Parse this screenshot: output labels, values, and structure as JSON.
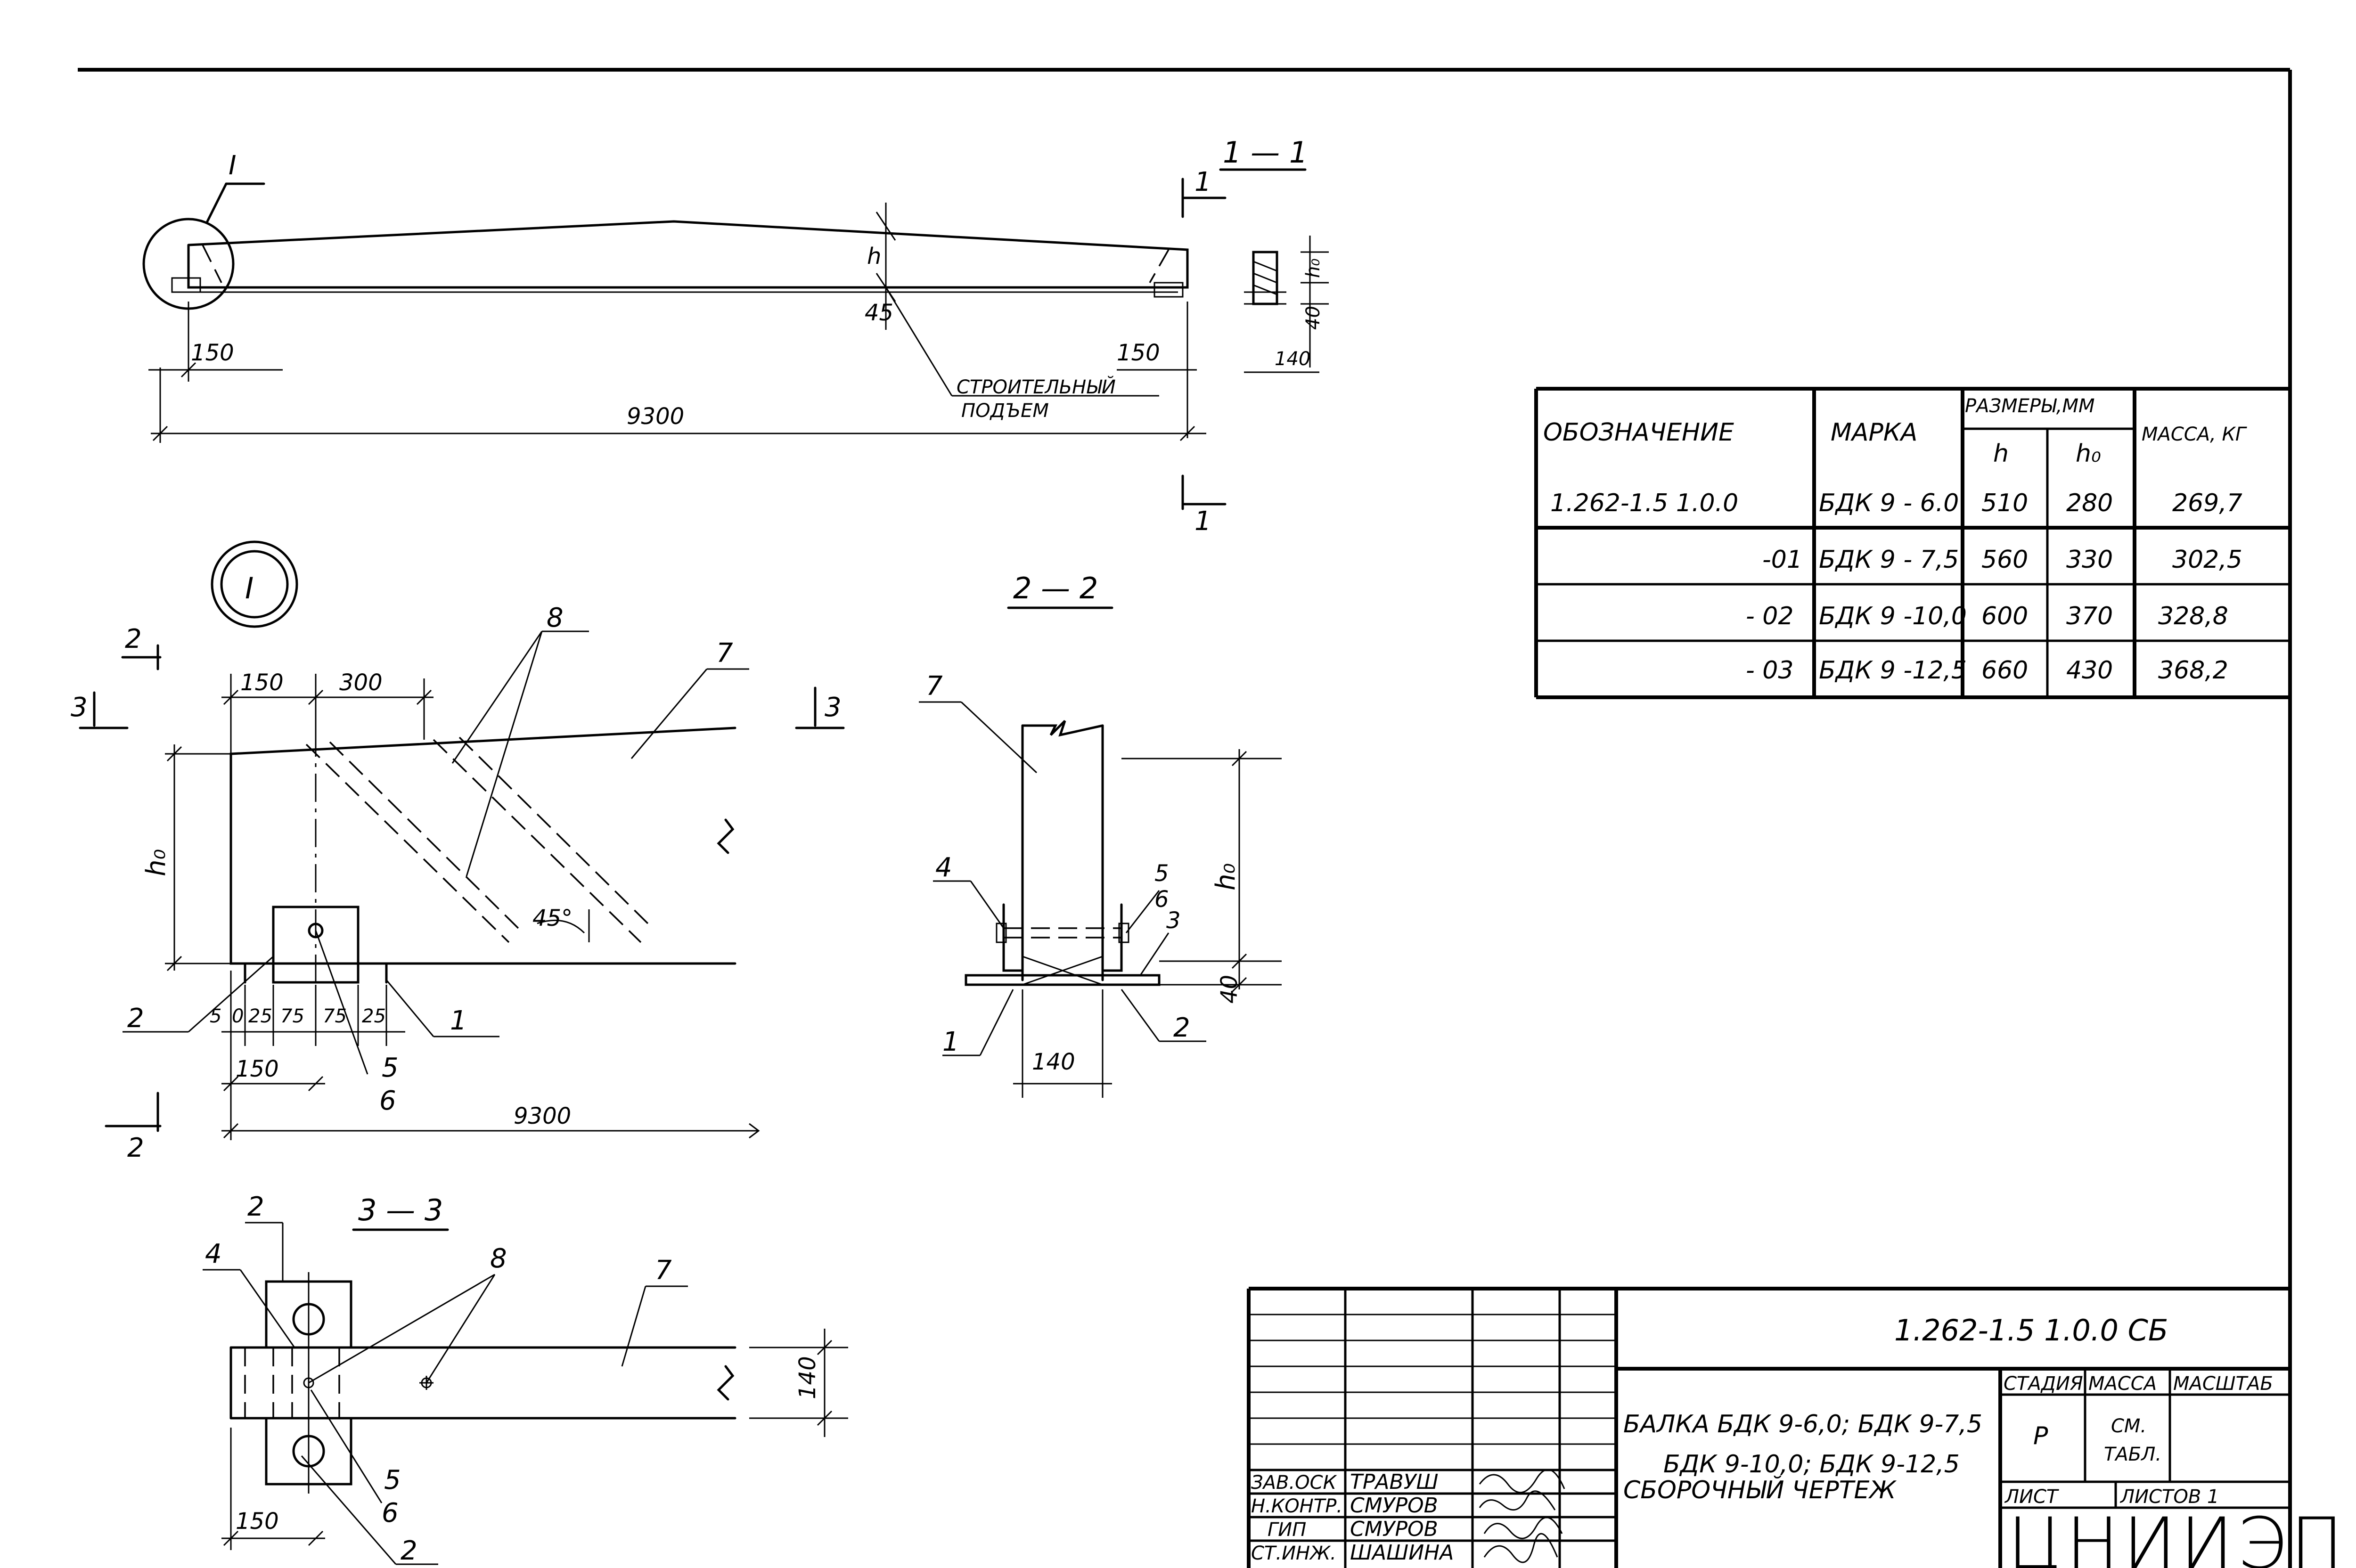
{
  "views": {
    "main_elevation": {
      "callout": "I",
      "section_mark": "1",
      "section_title": "1 — 1",
      "dim_end_left": "150",
      "dim_end_right": "150",
      "dim_total": "9300",
      "dim_h": "h",
      "dim_45": "45",
      "camber_label_1": "СТРОИТЕЛЬНЫЙ",
      "camber_label_2": "ПОДЪЕМ"
    },
    "section_1_1": {
      "dim_h0": "h₀",
      "dim_40": "40",
      "dim_140": "140"
    },
    "detail_I": {
      "title": "I",
      "section_mark_2": "2",
      "section_mark_3": "3",
      "dim_150": "150",
      "dim_300": "300",
      "dim_h0": "h₀",
      "dim_chain": [
        "5",
        "0",
        "25",
        "75",
        "75",
        "25"
      ],
      "dim_150_bottom": "150",
      "dim_9300": "9300",
      "angle": "45°",
      "pos_8": "8",
      "pos_7": "7",
      "pos_2": "2",
      "pos_1": "1",
      "pos_5": "5",
      "pos_6": "6"
    },
    "section_2_2": {
      "title": "2 — 2",
      "pos_7": "7",
      "pos_4": "4",
      "pos_5": "5",
      "pos_6": "6",
      "pos_3": "3",
      "pos_1": "1",
      "pos_2": "2",
      "dim_h0": "h₀",
      "dim_40": "40",
      "dim_140": "140"
    },
    "section_3_3": {
      "title": "3 — 3",
      "pos_2": "2",
      "pos_4": "4",
      "pos_8": "8",
      "pos_7": "7",
      "pos_5": "5",
      "pos_6": "6",
      "pos_2b": "2",
      "dim_140": "140",
      "dim_150": "150"
    }
  },
  "spec_table": {
    "headers": {
      "designation": "ОБОЗНАЧЕНИЕ",
      "mark": "МАРКА",
      "dimensions": "РАЗМЕРЫ,ММ",
      "h": "h",
      "h0": "h₀",
      "mass": "МАССА, КГ"
    },
    "rows": [
      {
        "designation": "1.262-1.5 1.0.0",
        "mark": "БДК 9 - 6.0",
        "h": "510",
        "h0": "280",
        "mass": "269,7"
      },
      {
        "designation": "-01",
        "mark": "БДК 9 - 7,5",
        "h": "560",
        "h0": "330",
        "mass": "302,5"
      },
      {
        "designation": "- 02",
        "mark": "БДК 9 -10,0",
        "h": "600",
        "h0": "370",
        "mass": "328,8"
      },
      {
        "designation": "- 03",
        "mark": "БДК 9 -12,5",
        "h": "660",
        "h0": "430",
        "mass": "368,2"
      }
    ]
  },
  "title_block": {
    "code": "1.262-1.5  1.0.0 СБ",
    "name_1": "БАЛКА БДК 9-6,0; БДК 9-7,5",
    "name_2": "БДК 9-10,0; БДК 9-12,5",
    "name_3": "СБОРОЧНЫЙ ЧЕРТЕЖ",
    "stage_label": "СТАДИЯ",
    "mass_label": "МАССА",
    "scale_label": "МАСШТАБ",
    "stage_value": "Р",
    "mass_value_1": "СМ.",
    "mass_value_2": "ТАБЛ.",
    "sheet_label": "ЛИСТ",
    "sheets_label": "ЛИСТОВ 1",
    "org": "ЦНИИЭП",
    "staff": [
      {
        "role": "ЗАВ.ОСК",
        "name": "ТРАВУШ"
      },
      {
        "role": "Н.КОНТР.",
        "name": "СМУРОВ"
      },
      {
        "role": "ГИП",
        "name": "СМУРОВ"
      },
      {
        "role": "СТ.ИНЖ.",
        "name": "ШАШИНА"
      }
    ]
  }
}
